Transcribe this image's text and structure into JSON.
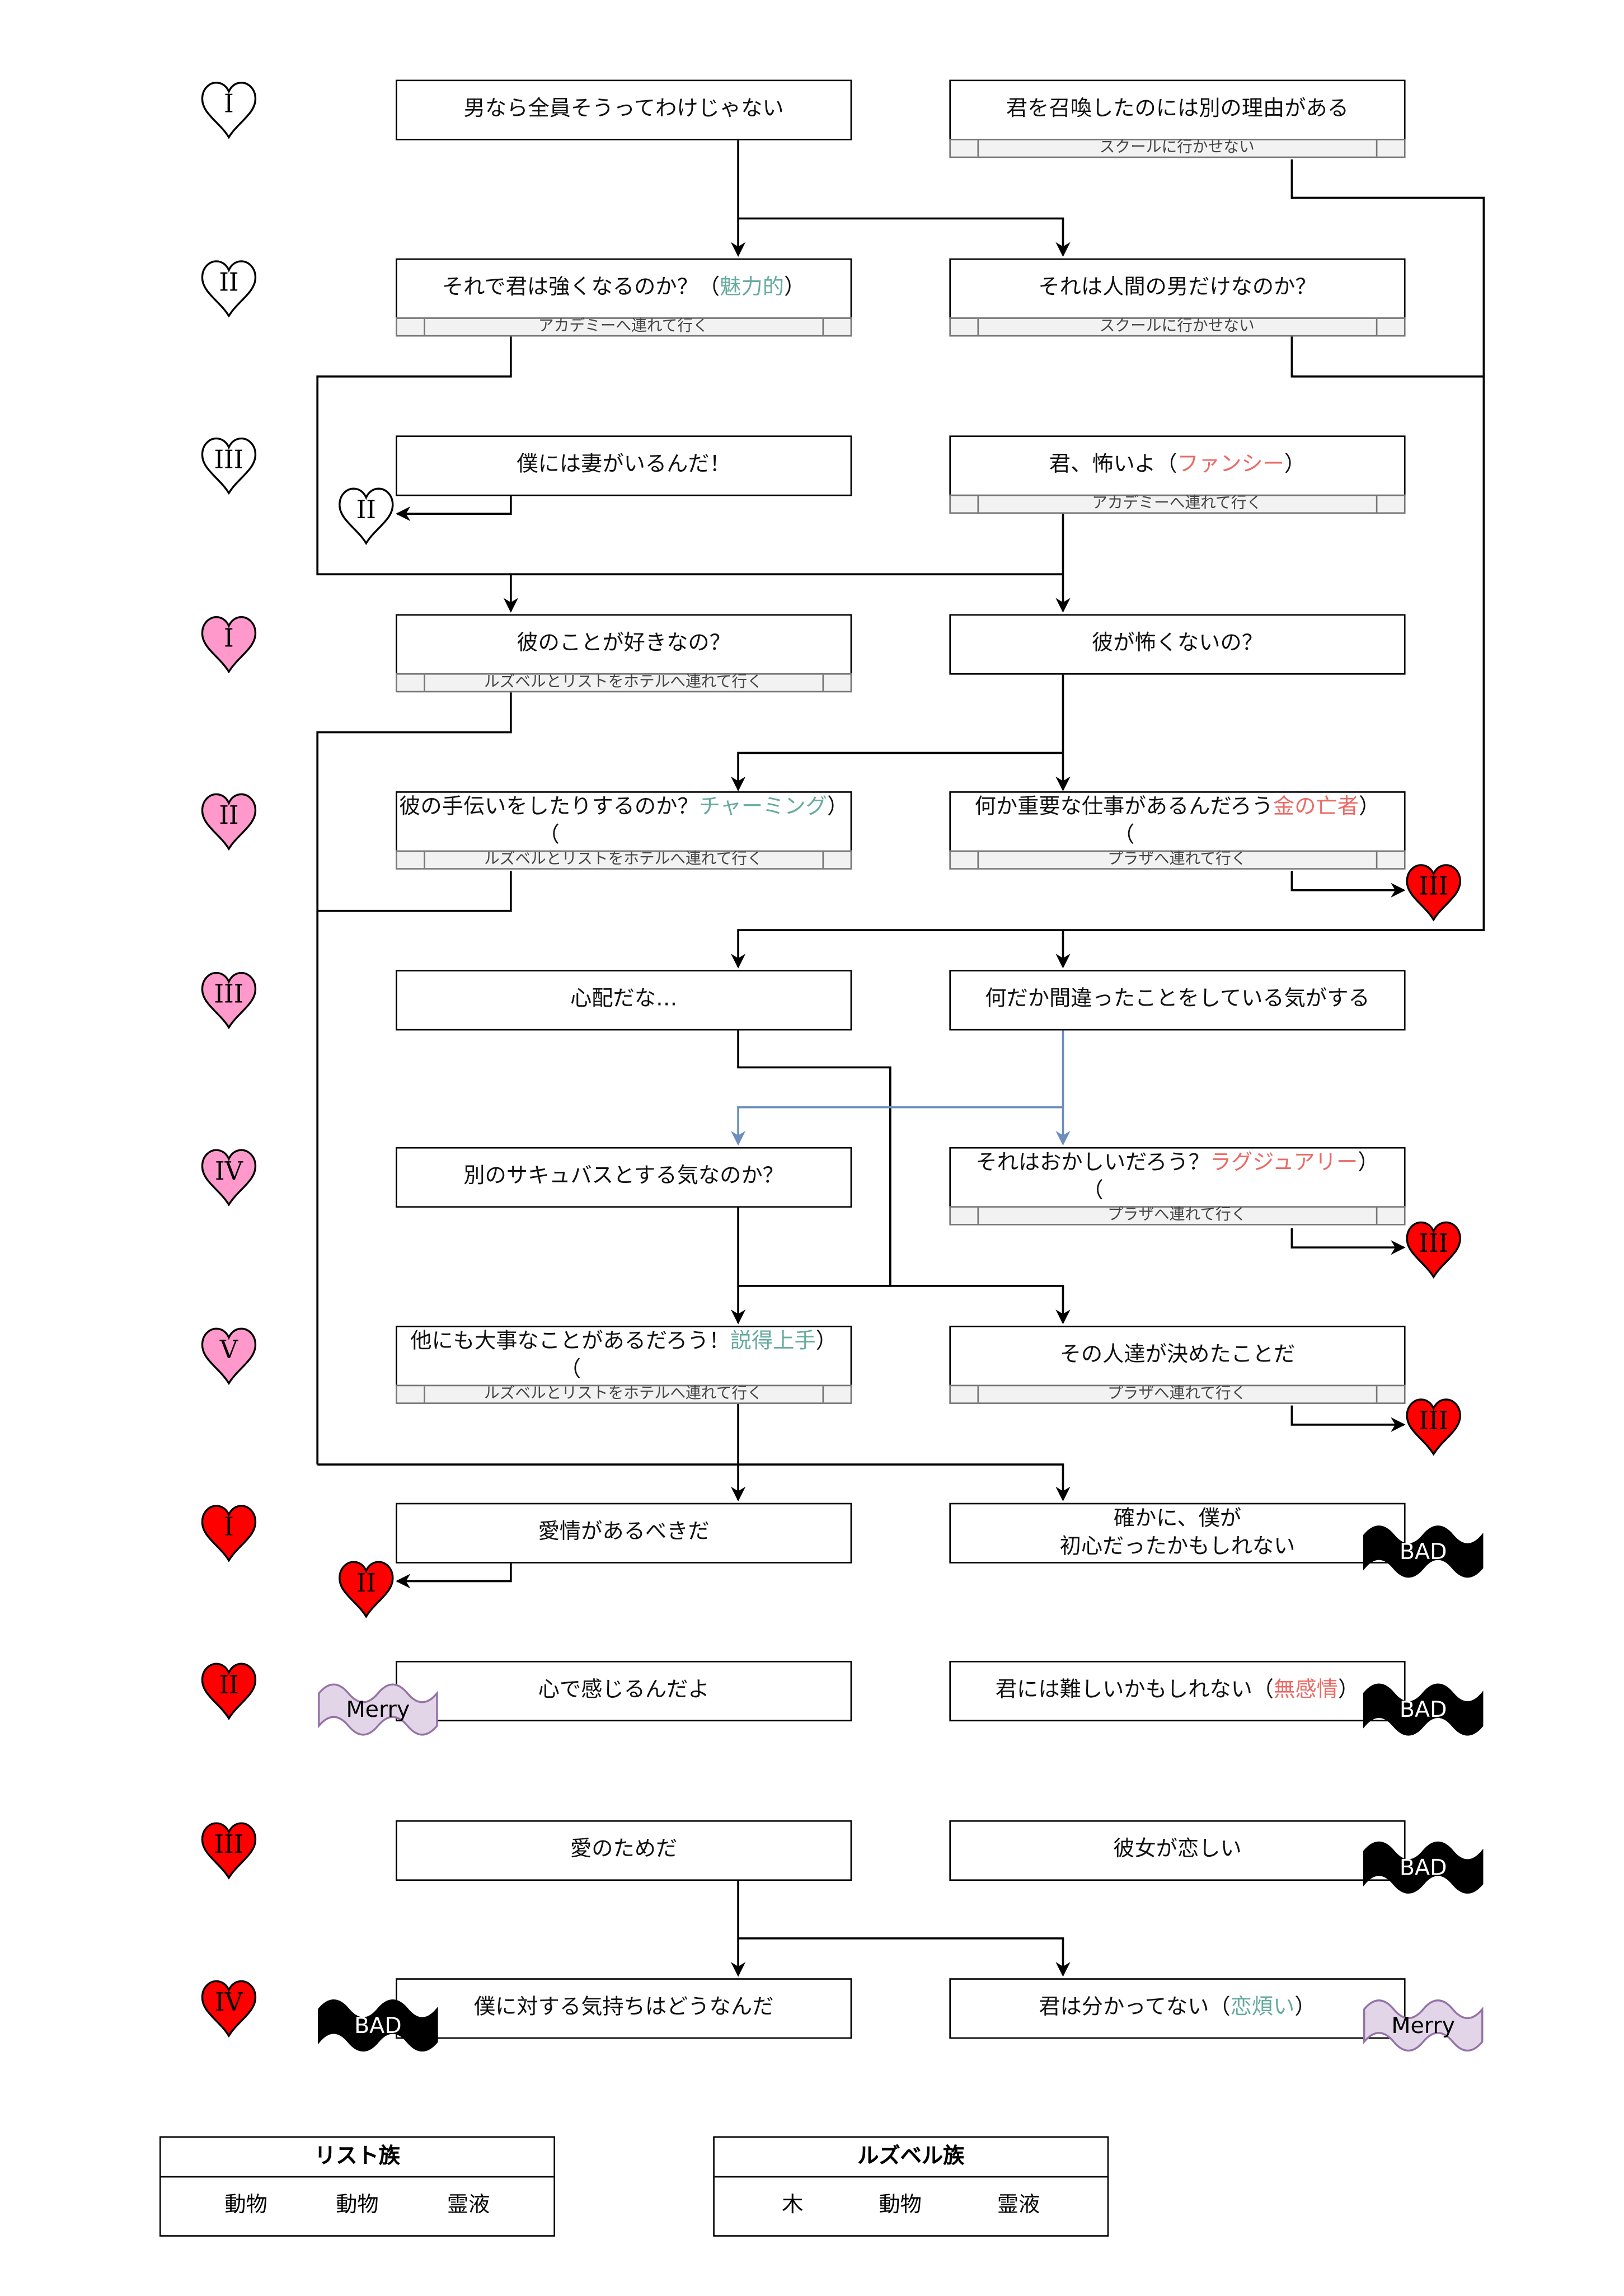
{
  "colors": {
    "green": "#67AB9F",
    "red": "#EA6B66",
    "blue": "#6C8EBF",
    "heart_outline": "#ffffff",
    "heart_pink": "#FF99CC",
    "heart_red": "#FF0000",
    "bad": "#000000",
    "merry": "#E1D5E7",
    "merry_border": "#9673A6"
  },
  "rows": [
    {
      "heart": "I",
      "heart_style": "outline",
      "left": {
        "text": [
          {
            "t": "男なら全員そうってわけじゃない"
          }
        ]
      },
      "right": {
        "text": [
          {
            "t": "君を召喚したのには別の理由がある"
          }
        ],
        "sub": "スクールに行かせない"
      }
    },
    {
      "heart": "II",
      "heart_style": "outline",
      "left": {
        "text": [
          {
            "t": "それで君は強くなるのか？（"
          },
          {
            "t": "魅力的",
            "c": "green"
          },
          {
            "t": "）"
          }
        ],
        "sub": "アカデミーへ連れて行く"
      },
      "right": {
        "text": [
          {
            "t": "それは人間の男だけなのか？"
          }
        ],
        "sub": "スクールに行かせない"
      }
    },
    {
      "heart": "III",
      "heart_style": "outline",
      "left": {
        "text": [
          {
            "t": "僕には妻がいるんだ！"
          }
        ]
      },
      "right": {
        "text": [
          {
            "t": "君、怖いよ（"
          },
          {
            "t": "ファンシー",
            "c": "red"
          },
          {
            "t": "）"
          }
        ],
        "sub": "アカデミーへ連れて行く"
      }
    },
    {
      "heart": "I",
      "heart_style": "pink",
      "left": {
        "text": [
          {
            "t": "彼のことが好きなの？"
          }
        ],
        "sub": "ルズベルとリストをホテルへ連れて行く"
      },
      "right": {
        "text": [
          {
            "t": "彼が怖くないの？"
          }
        ]
      }
    },
    {
      "heart": "II",
      "heart_style": "pink",
      "left": {
        "text": [
          {
            "t": "彼の手伝いをしたりするのか？\n（"
          },
          {
            "t": "チャーミング",
            "c": "green"
          },
          {
            "t": "）"
          }
        ],
        "sub": "ルズベルとリストをホテルへ連れて行く"
      },
      "right": {
        "text": [
          {
            "t": "何か重要な仕事があるんだろう\n（"
          },
          {
            "t": "金の亡者",
            "c": "red"
          },
          {
            "t": "）"
          }
        ],
        "sub": "プラザへ連れて行く"
      }
    },
    {
      "heart": "III",
      "heart_style": "pink",
      "left": {
        "text": [
          {
            "t": "心配だな…"
          }
        ]
      },
      "right": {
        "text": [
          {
            "t": "何だか間違ったことをしている気がする"
          }
        ]
      }
    },
    {
      "heart": "IV",
      "heart_style": "pink",
      "left": {
        "text": [
          {
            "t": "別のサキュバスとする気なのか？"
          }
        ]
      },
      "right": {
        "text": [
          {
            "t": "それはおかしいだろう？\n（"
          },
          {
            "t": "ラグジュアリー",
            "c": "red"
          },
          {
            "t": "）"
          }
        ],
        "sub": "プラザへ連れて行く"
      }
    },
    {
      "heart": "V",
      "heart_style": "pink",
      "left": {
        "text": [
          {
            "t": "他にも大事なことがあるだろう！\n（"
          },
          {
            "t": "説得上手",
            "c": "green"
          },
          {
            "t": "）"
          }
        ],
        "sub": "ルズベルとリストをホテルへ連れて行く"
      },
      "right": {
        "text": [
          {
            "t": "その人達が決めたことだ"
          }
        ],
        "sub": "プラザへ連れて行く"
      }
    },
    {
      "heart": "I",
      "heart_style": "red",
      "left": {
        "text": [
          {
            "t": "愛情があるべきだ"
          }
        ]
      },
      "right": {
        "text": [
          {
            "t": "確かに、僕が\n初心だったかもしれない"
          }
        ]
      }
    },
    {
      "heart": "II",
      "heart_style": "red",
      "left": {
        "text": [
          {
            "t": "心で感じるんだよ"
          }
        ]
      },
      "right": {
        "text": [
          {
            "t": "君には難しいかもしれない（"
          },
          {
            "t": "無感情",
            "c": "red"
          },
          {
            "t": "）"
          }
        ]
      }
    },
    {
      "heart": "III",
      "heart_style": "red",
      "left": {
        "text": [
          {
            "t": "愛のためだ"
          }
        ]
      },
      "right": {
        "text": [
          {
            "t": "彼女が恋しい"
          }
        ]
      }
    },
    {
      "heart": "IV",
      "heart_style": "red",
      "left": {
        "text": [
          {
            "t": "僕に対する気持ちはどうなんだ"
          }
        ]
      },
      "right": {
        "text": [
          {
            "t": "君は分かってない（"
          },
          {
            "t": "恋煩い",
            "c": "green"
          },
          {
            "t": "）"
          }
        ]
      }
    }
  ],
  "jump_hearts": [
    {
      "label": "II",
      "style": "outline"
    },
    {
      "label": "III",
      "style": "red"
    },
    {
      "label": "III",
      "style": "red"
    },
    {
      "label": "III",
      "style": "red"
    },
    {
      "label": "II",
      "style": "red"
    }
  ],
  "endings": [
    {
      "label": "BAD",
      "kind": "bad"
    },
    {
      "label": "Merry",
      "kind": "merry"
    },
    {
      "label": "BAD",
      "kind": "bad"
    },
    {
      "label": "BAD",
      "kind": "bad"
    },
    {
      "label": "BAD",
      "kind": "bad"
    },
    {
      "label": "Merry",
      "kind": "merry"
    }
  ],
  "legends": [
    {
      "title": "リスト族",
      "items": [
        "動物",
        "動物",
        "霊液"
      ]
    },
    {
      "title": "ルズベル族",
      "items": [
        "木",
        "動物",
        "霊液"
      ]
    }
  ]
}
